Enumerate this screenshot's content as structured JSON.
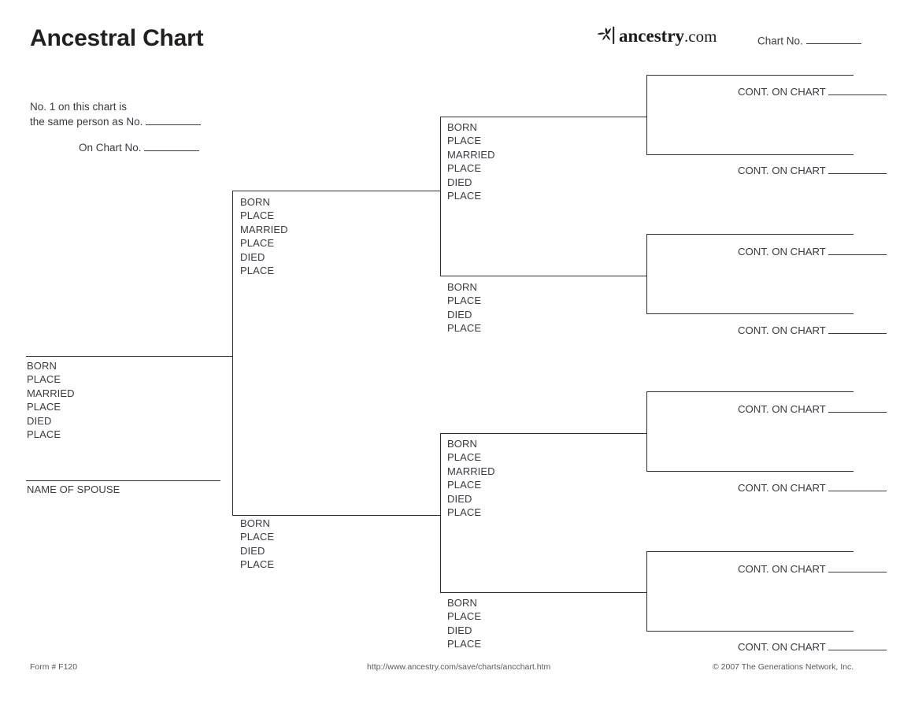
{
  "page": {
    "title": "Ancestral Chart",
    "background_color": "#ffffff",
    "line_color": "#2f2f33",
    "text_color": "#3a3a42"
  },
  "header": {
    "title": "Ancestral Chart",
    "logo": {
      "icon": "ancestry-leaf-icon",
      "brand": "ancestry",
      "tld": ".com"
    },
    "chart_no_label": "Chart No."
  },
  "note": {
    "line1": "No. 1 on this chart is",
    "line2": "the same person as No.",
    "line3": "On Chart No."
  },
  "fact_labels": {
    "born": "BORN",
    "place": "PLACE",
    "married": "MARRIED",
    "died": "DIED"
  },
  "captions": {
    "name_of_spouse": "NAME OF SPOUSE",
    "cont_on_chart": "CONT. ON CHART"
  },
  "generations": {
    "gen1": {
      "person": {
        "id": "person-1",
        "facts": [
          "BORN",
          "PLACE",
          "MARRIED",
          "PLACE",
          "DIED",
          "PLACE"
        ],
        "spouse_caption": "NAME OF SPOUSE"
      }
    },
    "gen2": [
      {
        "id": "person-2-father",
        "facts": [
          "BORN",
          "PLACE",
          "MARRIED",
          "PLACE",
          "DIED",
          "PLACE"
        ]
      },
      {
        "id": "person-3-mother",
        "facts": [
          "BORN",
          "PLACE",
          "DIED",
          "PLACE"
        ]
      }
    ],
    "gen3": [
      {
        "id": "person-4",
        "facts": [
          "BORN",
          "PLACE",
          "MARRIED",
          "PLACE",
          "DIED",
          "PLACE"
        ]
      },
      {
        "id": "person-5",
        "facts": [
          "BORN",
          "PLACE",
          "DIED",
          "PLACE"
        ]
      },
      {
        "id": "person-6",
        "facts": [
          "BORN",
          "PLACE",
          "MARRIED",
          "PLACE",
          "DIED",
          "PLACE"
        ]
      },
      {
        "id": "person-7",
        "facts": [
          "BORN",
          "PLACE",
          "DIED",
          "PLACE"
        ]
      }
    ],
    "gen4": [
      {
        "id": "person-8",
        "cont_label": "CONT. ON CHART"
      },
      {
        "id": "person-9",
        "cont_label": "CONT. ON CHART"
      },
      {
        "id": "person-10",
        "cont_label": "CONT. ON CHART"
      },
      {
        "id": "person-11",
        "cont_label": "CONT. ON CHART"
      },
      {
        "id": "person-12",
        "cont_label": "CONT. ON CHART"
      },
      {
        "id": "person-13",
        "cont_label": "CONT. ON CHART"
      },
      {
        "id": "person-14",
        "cont_label": "CONT. ON CHART"
      },
      {
        "id": "person-15",
        "cont_label": "CONT. ON CHART"
      }
    ]
  },
  "footer": {
    "form": "Form # F120",
    "url": "http://www.ancestry.com/save/charts/ancchart.htm",
    "copyright": "© 2007 The Generations Network, Inc."
  }
}
